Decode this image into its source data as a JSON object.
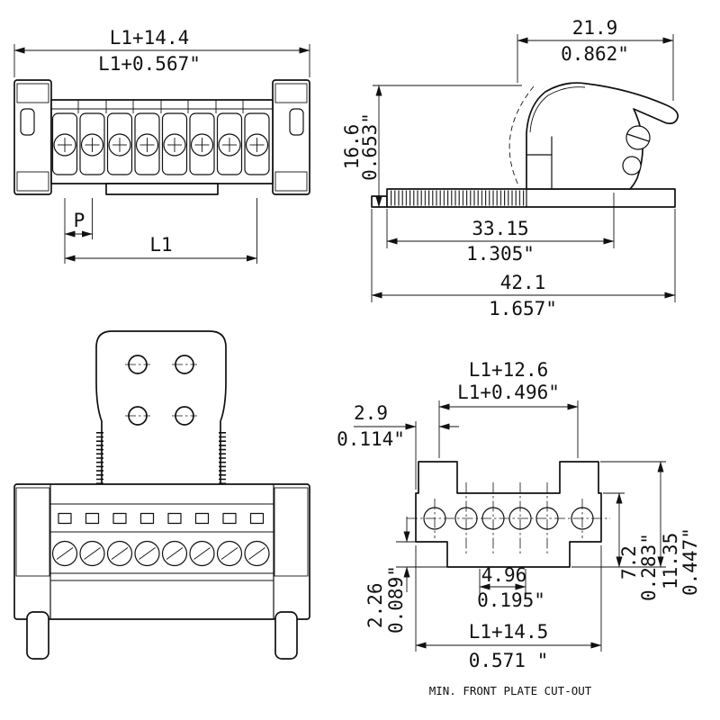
{
  "colors": {
    "line": "#111111",
    "background": "#ffffff"
  },
  "front": {
    "width_mm": "L1+14.4",
    "width_in": "L1+0.567\"",
    "pitch": "P",
    "length": "L1"
  },
  "side": {
    "depth_mm": "21.9",
    "depth_in": "0.862\"",
    "height_mm": "16.6",
    "height_in": "0.653\"",
    "inner_mm": "33.15",
    "inner_in": "1.305\"",
    "total_mm": "42.1",
    "total_in": "1.657\""
  },
  "cutout": {
    "inner_width_mm": "L1+12.6",
    "inner_width_in": "L1+0.496\"",
    "edge_offset_mm": "2.9",
    "edge_offset_in": "0.114\"",
    "center_mm": "4.96",
    "center_in": "0.195\"",
    "notch_mm": "2.26",
    "notch_in": "0.089\"",
    "depth_mm": "7.2",
    "depth_in": "0.283\"",
    "height_mm": "11.35",
    "height_in": "0.447\"",
    "outer_width_mm": "L1+14.5",
    "outer_width_in": "0.571 \"",
    "caption": "MIN. FRONT PLATE CUT-OUT"
  }
}
